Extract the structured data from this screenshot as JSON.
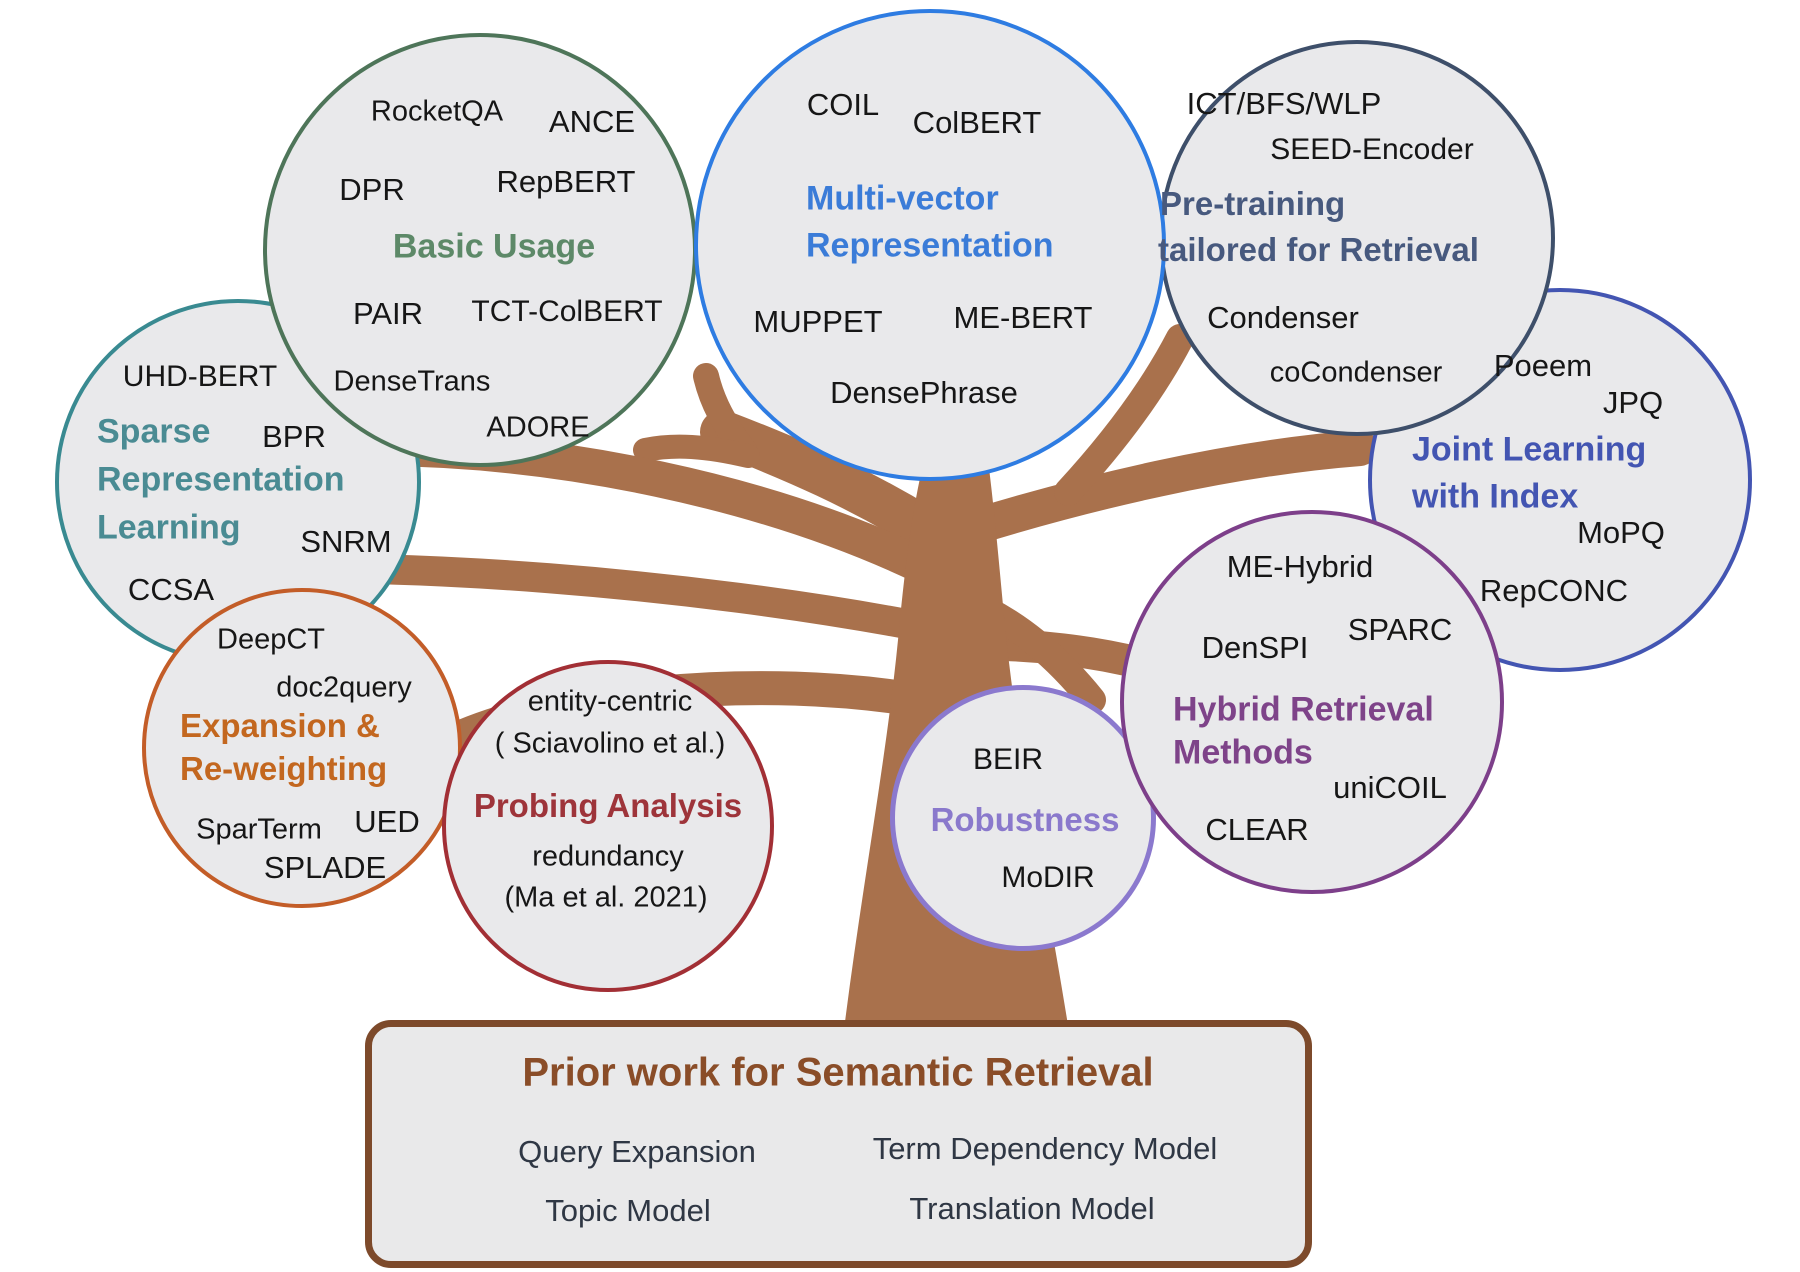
{
  "figure": {
    "bubbles": {
      "basic_usage": {
        "title": "Basic Usage",
        "items": {
          "rocketqa": "RocketQA",
          "ance": "ANCE",
          "dpr": "DPR",
          "repbert": "RepBERT",
          "pair": "PAIR",
          "tct_colbert": "TCT-ColBERT",
          "densetrans": "DenseTrans",
          "adore": "ADORE"
        }
      },
      "multi_vector": {
        "title_line1": "Multi-vector",
        "title_line2": "Representation",
        "items": {
          "coil": "COIL",
          "colbert": "ColBERT",
          "muppet": "MUPPET",
          "me_bert": "ME-BERT",
          "densephrase": "DensePhrase"
        }
      },
      "pretraining": {
        "title_line1": "Pre-training",
        "title_line2": "tailored for Retrieval",
        "items": {
          "ict_bfs_wlp": "ICT/BFS/WLP",
          "seed_encoder": "SEED-Encoder",
          "condenser": "Condenser",
          "cocondenser": "coCondenser"
        }
      },
      "joint_learning": {
        "title_line1": "Joint Learning",
        "title_line2": "with Index",
        "items": {
          "poeem": "Poeem",
          "jpq": "JPQ",
          "mopq": "MoPQ",
          "repconc": "RepCONC"
        }
      },
      "sparse_representation": {
        "title_line1": "Sparse",
        "title_line2": "Representation",
        "title_line3": "Learning",
        "items": {
          "uhd_bert": "UHD-BERT",
          "bpr": "BPR",
          "snrm": "SNRM",
          "ccsa": "CCSA"
        }
      },
      "expansion_reweighting": {
        "title_line1": "Expansion &",
        "title_line2": "Re-weighting",
        "items": {
          "deepct": "DeepCT",
          "doc2query": "doc2query",
          "sparterm": "SparTerm",
          "ued": "UED",
          "splade": "SPLADE"
        }
      },
      "probing_analysis": {
        "title": "Probing Analysis",
        "items": {
          "entity_centric": "entity-centric",
          "sciavolino": "( Sciavolino et al.)",
          "redundancy": "redundancy",
          "ma_2021": "(Ma et al. 2021)"
        }
      },
      "robustness": {
        "title": "Robustness",
        "items": {
          "beir": "BEIR",
          "modir": "MoDIR"
        }
      },
      "hybrid_retrieval": {
        "title_line1": "Hybrid Retrieval",
        "title_line2": "Methods",
        "items": {
          "me_hybrid": "ME-Hybrid",
          "denspi": "DenSPI",
          "sparc": "SPARC",
          "unicoil": "uniCOIL",
          "clear": "CLEAR"
        }
      }
    },
    "prior_box": {
      "title": "Prior work for Semantic Retrieval",
      "items": {
        "query_expansion": "Query Expansion",
        "term_dependency": "Term Dependency Model",
        "topic_model": "Topic Model",
        "translation_model": "Translation Model"
      }
    },
    "colors": {
      "trunk_brown": "#a9714c",
      "basic_usage_green": "#4e7559",
      "multi_vector_blue": "#2e7ce2",
      "pretraining_navy": "#3e4f6a",
      "joint_learning_indigo": "#4355b2",
      "sparse_teal": "#398a91",
      "expansion_orange": "#c35d28",
      "probing_darkred": "#a22f35",
      "robustness_lightpurple": "#8b79ce",
      "hybrid_darkpurple": "#7d3f8a",
      "prior_box_brown_border": "#7d4a2b",
      "prior_box_title_brown": "#8a4d28",
      "bubble_fill_gray": "#e9e9eb"
    }
  }
}
